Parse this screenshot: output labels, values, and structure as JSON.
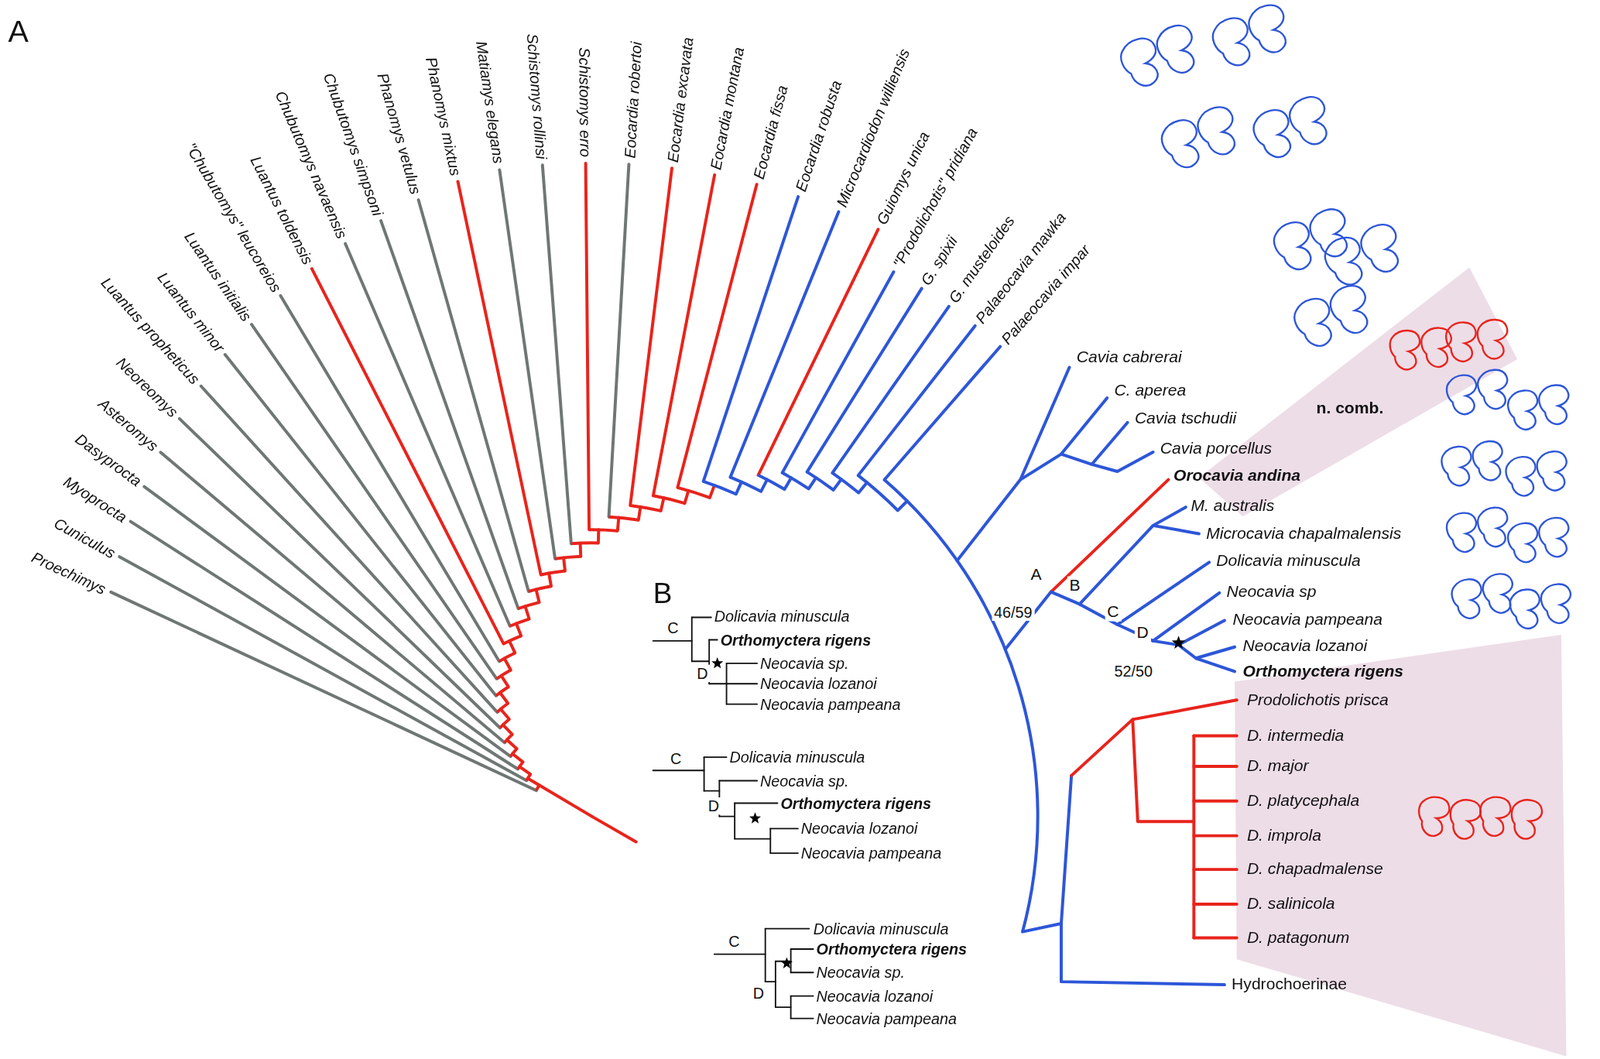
{
  "diagram": {
    "labels": [
      "A",
      "Proechimys",
      "Cuniculus",
      "Myoprocta",
      "Dasyprocta",
      "Asteromys",
      "Neoreomys",
      "Luantus propheticus",
      "Luantus minor",
      "Luantus initialis",
      "\"Chubutomys\" leucoreios",
      "Luantus toldensis",
      "Chubutomys navaensis",
      "Chubutomys simpsoni",
      "Phanomys vetulus",
      "Phanomys mixtus",
      "Matiamys elegans",
      "Schistomys rollinsi",
      "Schistomys erro",
      "Eocardia robertoi",
      "Eocardia excavata",
      "Eocardia montana",
      "Eocardia fissa",
      "Eocardia robusta",
      "Microcardiodon williensis",
      "Guiomys unica",
      "\"Prodolichotis\" pridiana",
      "G. spixii",
      "G. musteloides",
      "Palaeocavia mawka",
      "Palaeocavia impar",
      "Cavia cabrerai",
      "C. aperea",
      "Cavia tschudii",
      "Cavia porcellus",
      "Orocavia andina",
      "n. comb.",
      "M. australis",
      "Microcavia chapalmalensis",
      "Dolicavia minuscula",
      "Neocavia sp",
      "Neocavia pampeana",
      "Neocavia lozanoi",
      "Orthomyctera rigens",
      "Prodolichotis prisca",
      "D. intermedia",
      "D. major",
      "D. platycephala",
      "D. improla",
      "D. chapadmalense",
      "D. salinicola",
      "D. patagonum",
      "Hydrochoerinae",
      "A",
      "46/59",
      "B",
      "C",
      "D",
      "52/50",
      "B",
      "C",
      "D",
      "Dolicavia minuscula",
      "Orthomyctera rigens",
      "Neocavia sp.",
      "Neocavia lozanoi",
      "Neocavia pampeana",
      "C",
      "D",
      "Dolicavia minuscula",
      "Neocavia sp.",
      "Orthomyctera rigens",
      "Neocavia lozanoi",
      "Neocavia pampeana",
      "C",
      "D",
      "Dolicavia minuscula",
      "Orthomyctera rigens",
      "Neocavia sp.",
      "Neocavia lozanoi",
      "Neocavia pampeana"
    ]
  }
}
